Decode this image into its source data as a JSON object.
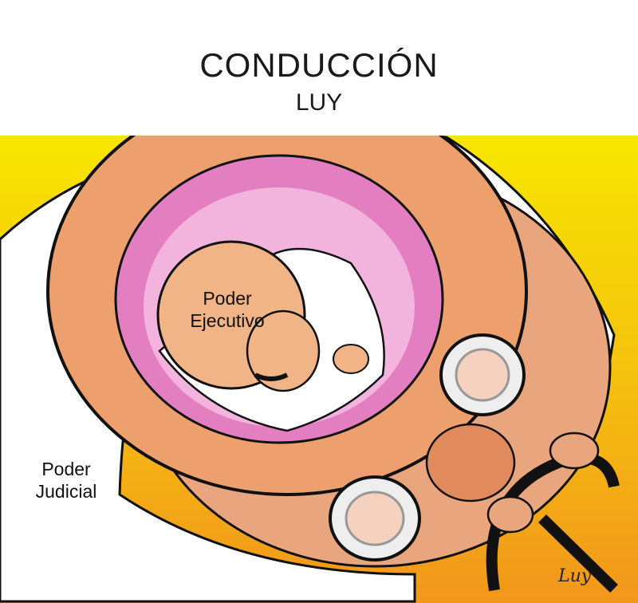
{
  "header": {
    "title": "CONDUCCIÓN",
    "author": "LUY"
  },
  "cartoon": {
    "label_executive_line1": "Poder",
    "label_executive_line2": "Ejecutivo",
    "label_judicial_line1": "Poder",
    "label_judicial_line2": "Judicial",
    "signature": "Luy"
  },
  "colors": {
    "background_top": "#f7e400",
    "background_bottom": "#f29a1c",
    "skin": "#e9a57e",
    "ring": "#ee9f6e",
    "pink": "#e37fc0",
    "jacket": "#ffffff"
  }
}
